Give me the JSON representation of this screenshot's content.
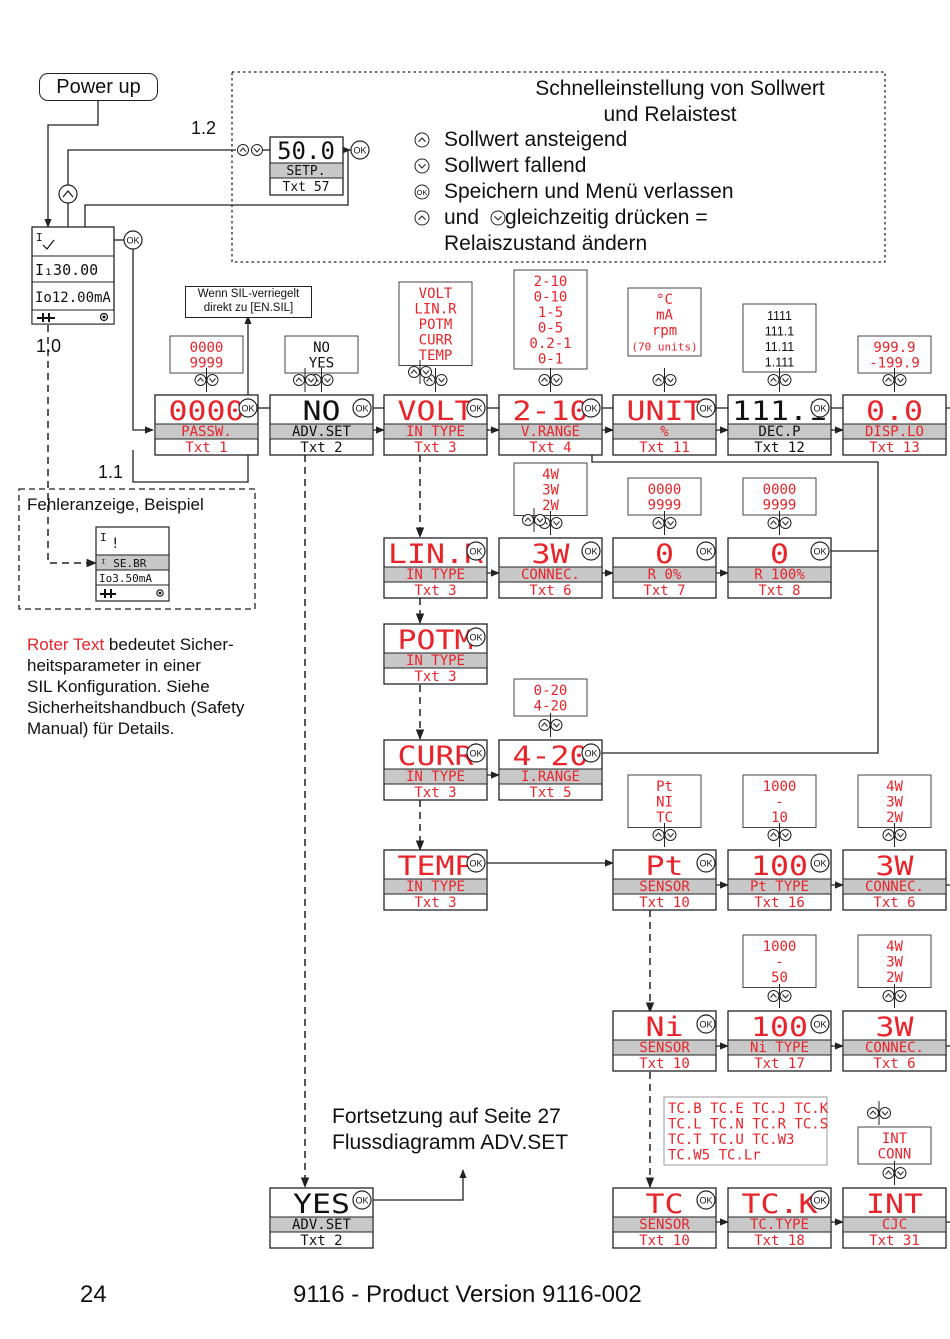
{
  "colors": {
    "red": "#e8232a",
    "black": "#111111",
    "grey": "#c8c8c8",
    "line": "#222222"
  },
  "top": {
    "power_up": "Power up",
    "label_12": "1.2",
    "label_10": "1.0",
    "label_11": "1.1",
    "quick": [
      "Schnelleinstellung von Sollwert",
      "und Relaistest",
      "Sollwert ansteigend",
      "Sollwert fallend",
      "Speichern und Menü verlassen",
      "und",
      "gleichzeitig drücken =",
      "Relaiszustand ändern"
    ],
    "setp": {
      "value": "50.0",
      "label": "SETP.",
      "txt": "Txt 57"
    },
    "disp": [
      "30.00",
      "o12.00mA"
    ]
  },
  "ok": "OK",
  "sil_note": [
    "Wenn SIL-verriegelt",
    "direkt zu [EN.SIL]"
  ],
  "error": {
    "title": "Fehleranzeige, Beispiel",
    "l1": "SE.BR",
    "l2": "o3.50mA"
  },
  "red_note": {
    "red": "Roter Text",
    "rest": [
      "bedeutet Sicher-",
      "heitsparameter in einer",
      "SIL Konfiguration. Siehe",
      "Sicherheitshandbuch (Safety",
      "Manual) für Details."
    ]
  },
  "continue_note": [
    "Fortsetzung auf Seite 27",
    "Flussdiagramm ADV.SET"
  ],
  "boxes": {
    "passw": {
      "v": "0000",
      "l": "PASSW.",
      "t": "Txt 1"
    },
    "advset": {
      "v": "NO",
      "l": "ADV.SET",
      "t": "Txt 2"
    },
    "volt": {
      "v": "VOLT",
      "l": "IN TYPE",
      "t": "Txt 3"
    },
    "vrange": {
      "v": "2-10",
      "l": "V.RANGE",
      "t": "Txt 4"
    },
    "unit": {
      "v": "UNIT",
      "l": "%",
      "t": "Txt 11"
    },
    "decp": {
      "v": "111.1",
      "l": "DEC.P",
      "t": "Txt 12"
    },
    "displo": {
      "v": "0.0",
      "l": "DISP.LO",
      "t": "Txt 13"
    },
    "linr": {
      "v": "LIN.R",
      "l": "IN TYPE",
      "t": "Txt 3"
    },
    "connec1": {
      "v": "3W",
      "l": "CONNEC.",
      "t": "Txt 6"
    },
    "r0": {
      "v": "0",
      "l": "R 0%",
      "t": "Txt 7"
    },
    "r100": {
      "v": "0",
      "l": "R 100%",
      "t": "Txt 8"
    },
    "potm": {
      "v": "POTM",
      "l": "IN TYPE",
      "t": "Txt 3"
    },
    "curr": {
      "v": "CURR",
      "l": "IN TYPE",
      "t": "Txt 3"
    },
    "irange": {
      "v": "4-20",
      "l": "I.RANGE",
      "t": "Txt 5"
    },
    "temp": {
      "v": "TEMP",
      "l": "IN TYPE",
      "t": "Txt 3"
    },
    "pt": {
      "v": "Pt",
      "l": "SENSOR",
      "t": "Txt 10"
    },
    "pttype": {
      "v": "100",
      "l": "Pt TYPE",
      "t": "Txt 16"
    },
    "connec2": {
      "v": "3W",
      "l": "CONNEC.",
      "t": "Txt 6"
    },
    "ni": {
      "v": "Ni",
      "l": "SENSOR",
      "t": "Txt 10"
    },
    "nitype": {
      "v": "100",
      "l": "Ni TYPE",
      "t": "Txt 17"
    },
    "connec3": {
      "v": "3W",
      "l": "CONNEC.",
      "t": "Txt 6"
    },
    "tc": {
      "v": "TC",
      "l": "SENSOR",
      "t": "Txt 10"
    },
    "tctype": {
      "v": "TC.K",
      "l": "TC.TYPE",
      "t": "Txt 18"
    },
    "cjc": {
      "v": "INT",
      "l": "CJC",
      "t": "Txt 31"
    },
    "yes": {
      "v": "YES",
      "l": "ADV.SET",
      "t": "Txt 2"
    }
  },
  "options": {
    "passw": [
      "0000",
      "9999"
    ],
    "advset": [
      "NO",
      "YES"
    ],
    "volt": [
      "VOLT",
      "LIN.R",
      "POTM",
      "CURR",
      "TEMP"
    ],
    "vrange": [
      "2-10",
      "0-10",
      "1-5",
      "0-5",
      "0.2-1",
      "0-1"
    ],
    "unit": [
      "°C",
      "mA",
      "rpm",
      "(70 units)"
    ],
    "decp": [
      "1111",
      "111.1",
      "11.11",
      "1.111"
    ],
    "displo": [
      "999.9",
      "-199.9"
    ],
    "connec1": [
      "4W",
      "3W",
      "2W"
    ],
    "r0": [
      "0000",
      "9999"
    ],
    "r100": [
      "0000",
      "9999"
    ],
    "irange": [
      "0-20",
      "4-20"
    ],
    "pt": [
      "Pt",
      "NI",
      "TC"
    ],
    "pttype": [
      "1000",
      "-",
      "10"
    ],
    "connec2": [
      "4W",
      "3W",
      "2W"
    ],
    "nitype": [
      "1000",
      "-",
      "50"
    ],
    "connec3": [
      "4W",
      "3W",
      "2W"
    ],
    "tctype": [
      "TC.B TC.E TC.J TC.K",
      "TC.L TC.N TC.R TC.S",
      "TC.T TC.U TC.W3",
      "TC.W5 TC.Lr"
    ],
    "cjc": [
      "INT",
      "CONN"
    ]
  },
  "footer": {
    "page": "24",
    "title": "9116 - Product Version 9116-002"
  }
}
